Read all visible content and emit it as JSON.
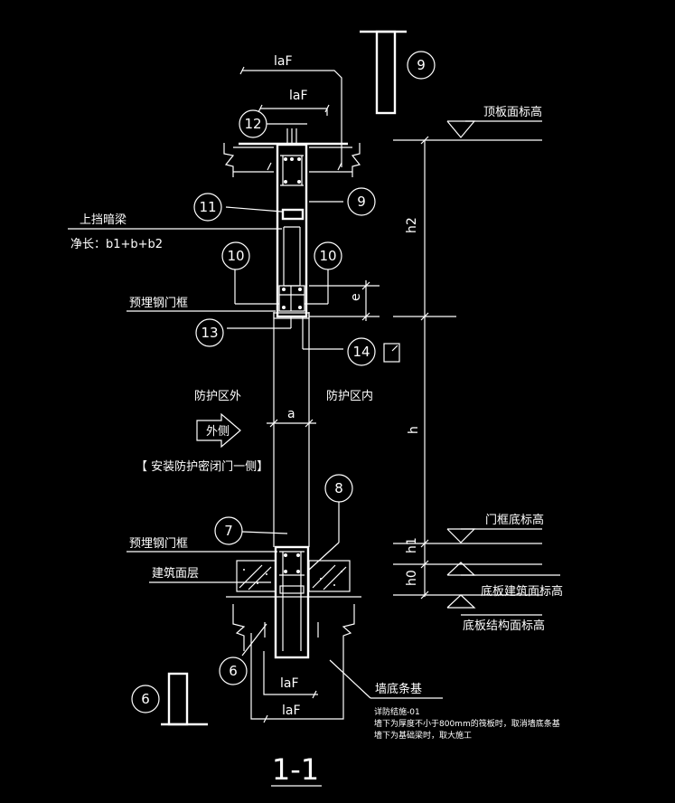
{
  "labels": {
    "top_slab_elev": "顶板面标高",
    "upper_beam": "上挡暗梁",
    "net_length": "净长：b1+b+b2",
    "embedded_frame_top": "预埋钢门框",
    "outside_zone": "防护区外",
    "inside_zone": "防护区内",
    "outer_side": "外侧",
    "install_side": "【 安装防护密闭门一侧】",
    "embedded_frame_bottom": "预埋钢门框",
    "finish_layer": "建筑面层",
    "frame_bottom_elev": "门框底标高",
    "floor_finish_elev": "底板建筑面标高",
    "floor_struct_elev": "底板结构面标高",
    "wall_strip_footing": "墙底条基",
    "note_1": "详防结施-01",
    "note_2": "墙下为厚度不小于800mm的筏板时，取消墙底条基",
    "note_3": "墙下为基础梁时，取大施工",
    "section_title": "1-1"
  },
  "dims": {
    "laf": "laF",
    "h2": "h2",
    "h": "h",
    "e": "e",
    "a": "a",
    "h1": "h1",
    "h0": "h0"
  },
  "callouts": [
    "9",
    "12",
    "11",
    "9",
    "10",
    "10",
    "13",
    "14",
    "8",
    "7",
    "6",
    "6"
  ]
}
